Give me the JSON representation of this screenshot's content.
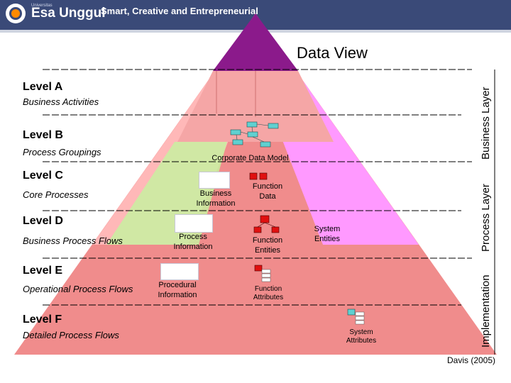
{
  "header": {
    "university_small": "Universitas",
    "university_name": "Esa Unggul",
    "tagline": "Smart, Creative and Entrepreneurial"
  },
  "pyramid": {
    "title": "Data View",
    "levels": [
      {
        "name": "Level A",
        "description": "Business Activities"
      },
      {
        "name": "Level B",
        "description": "Process Groupings"
      },
      {
        "name": "Level C",
        "description": "Core Processes"
      },
      {
        "name": "Level D",
        "description": "Business Process Flows"
      },
      {
        "name": "Level E",
        "description": "Operational Process Flows"
      },
      {
        "name": "Level F",
        "description": "Detailed Process Flows"
      }
    ],
    "layers": {
      "business": "Business Layer",
      "process": "Process Layer",
      "implementation": "Implementation"
    },
    "labels": {
      "corporate_data_model": "Corporate Data Model",
      "business_information": "Business Information",
      "function_data": "Function Data",
      "process_information": "Process Information",
      "function_entities": "Function Entities",
      "system_entities": "System Entities",
      "procedural_information": "Procedural Information",
      "function_attributes": "Function Attributes",
      "system_attributes": "System Attributes"
    },
    "colors": {
      "apex": "#8b1a8b",
      "left_band": "#ffb8b8",
      "right_band": "#ff99ff",
      "core": "#f08c8c",
      "green_band": "#c8f0a0",
      "accent_red": "#e01010"
    }
  },
  "citation": "Davis (2005)"
}
